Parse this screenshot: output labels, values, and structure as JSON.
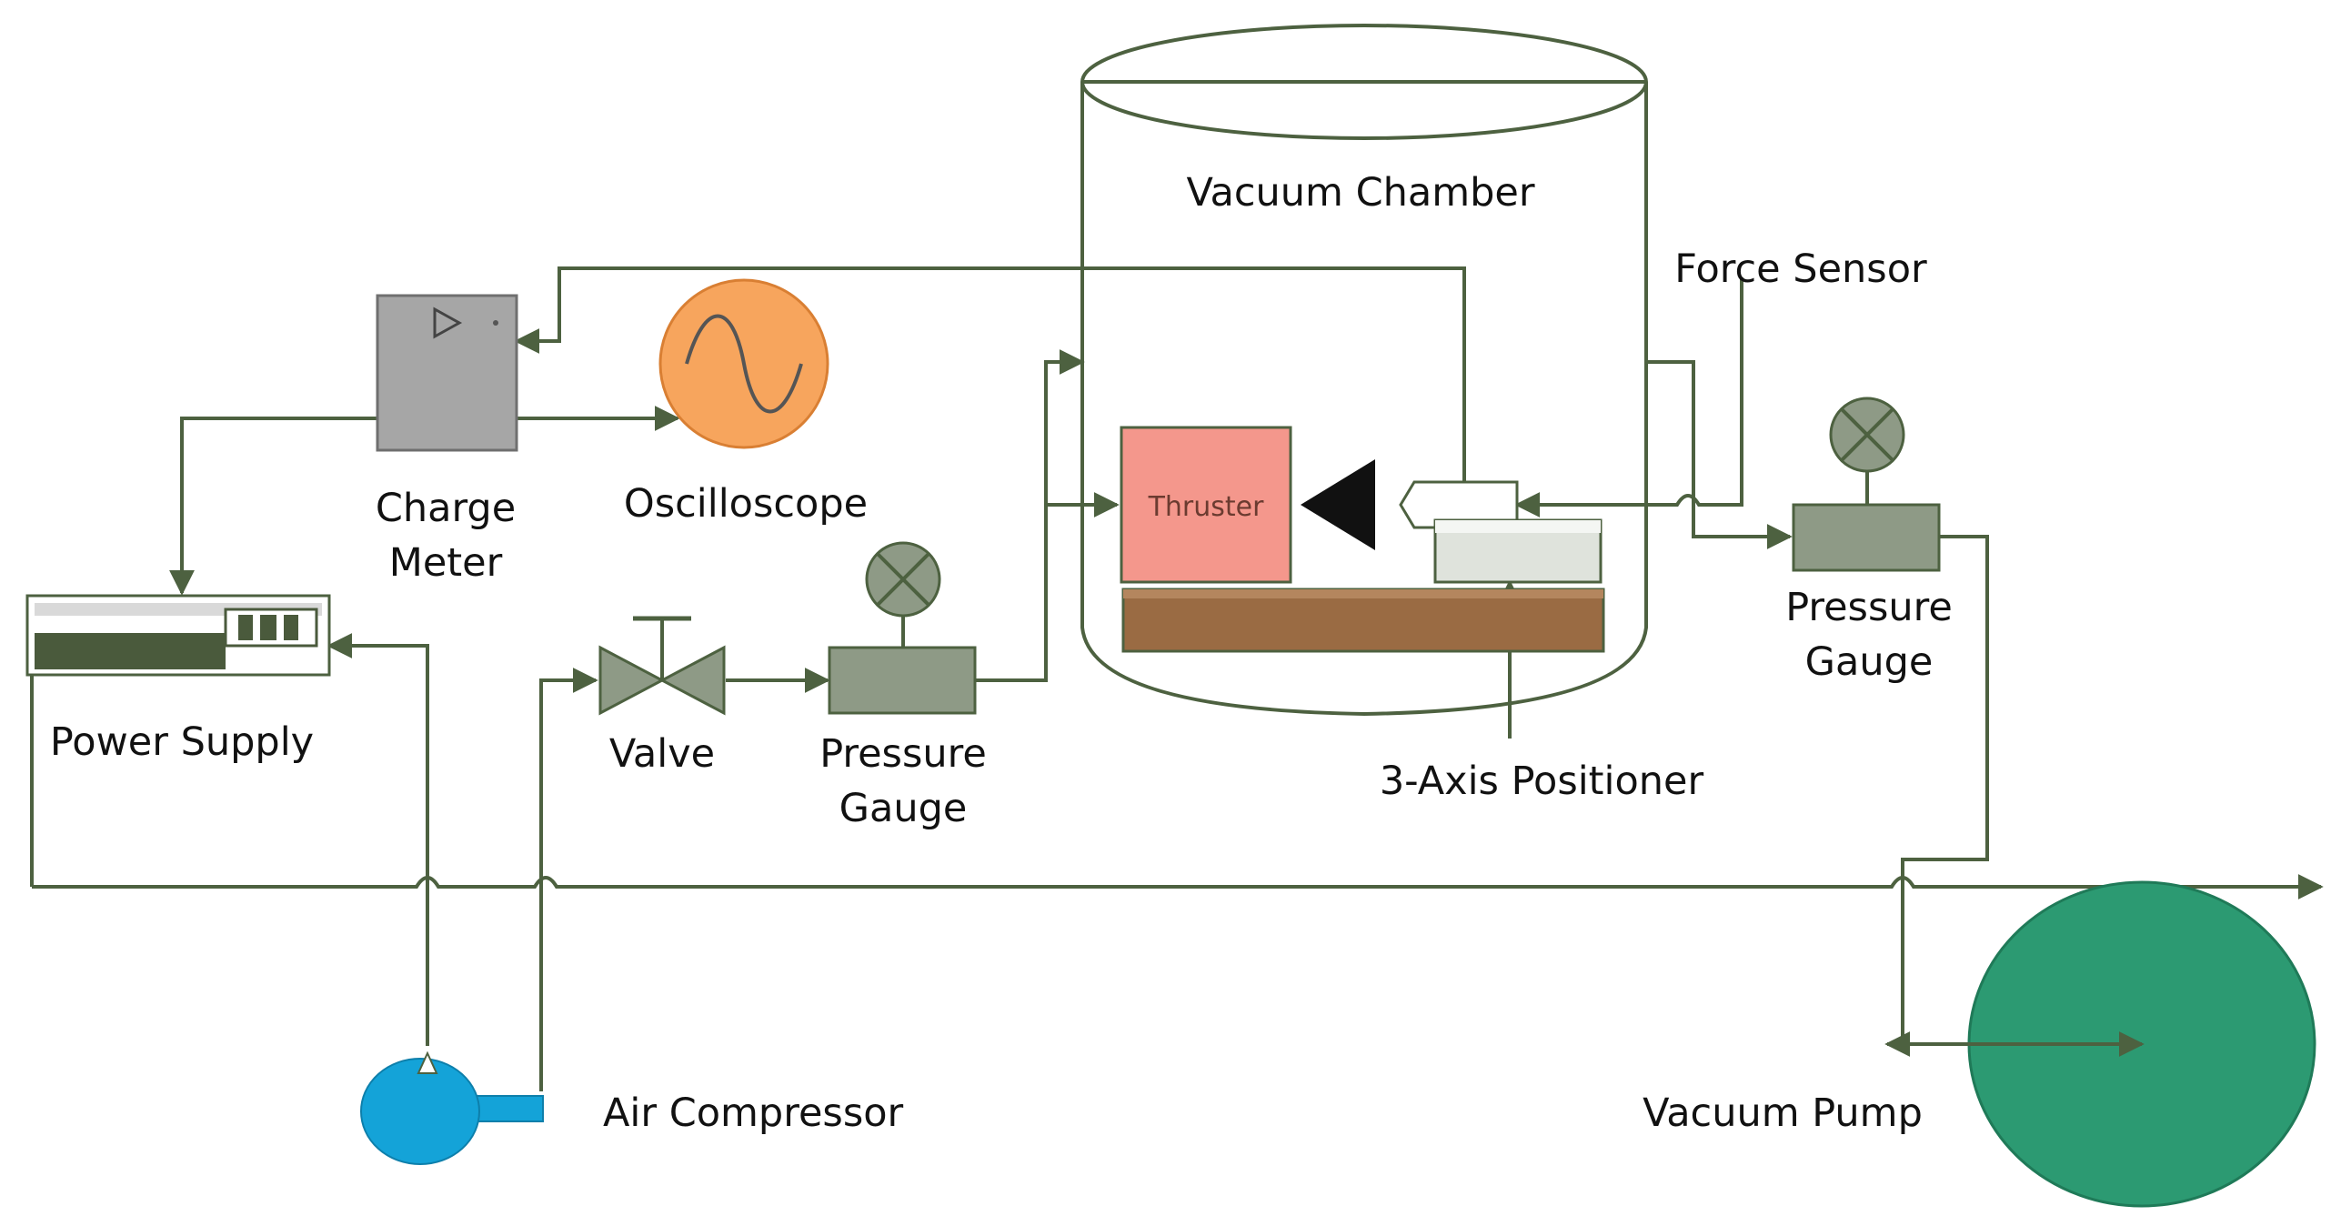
{
  "labels": {
    "vacuum_chamber": "Vacuum Chamber",
    "force_sensor": "Force Sensor",
    "charge_meter_line1": "Charge",
    "charge_meter_line2": "Meter",
    "oscilloscope": "Oscilloscope",
    "power_supply": "Power Supply",
    "valve": "Valve",
    "pressure_gauge_left_line1": "Pressure",
    "pressure_gauge_left_line2": "Gauge",
    "pressure_gauge_right_line1": "Pressure",
    "pressure_gauge_right_line2": "Gauge",
    "three_axis_positioner": "3-Axis Positioner",
    "air_compressor": "Air Compressor",
    "vacuum_pump": "Vacuum Pump",
    "thruster": "Thruster"
  },
  "colors": {
    "line": "#4d6140",
    "gauge_gray": "#8e9a86",
    "meter_gray": "#a6a6a6",
    "oscilloscope_orange": "#f7a55d",
    "thruster_pink": "#f4978c",
    "positioner_wood": "#9a6b43",
    "sensor_block": "#dfe3dc",
    "compressor_blue": "#14a3d8",
    "pump_green": "#2c9a72"
  }
}
